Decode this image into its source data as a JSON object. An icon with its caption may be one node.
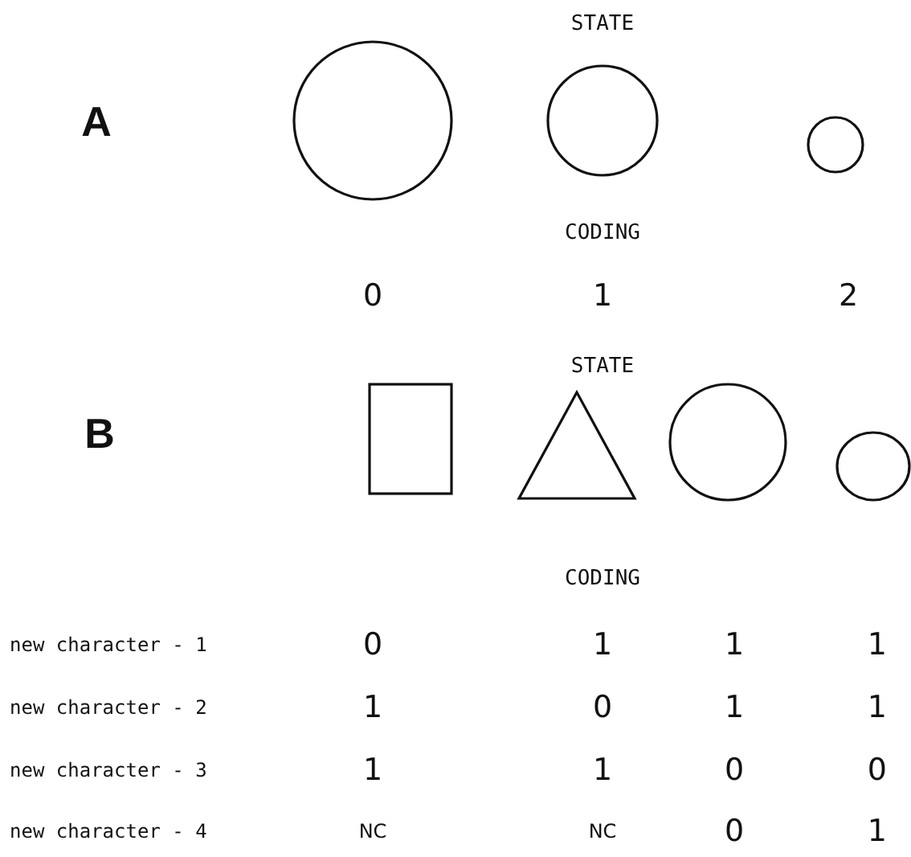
{
  "diagram": {
    "nodes": [
      {
        "text": [],
        "shape": "circle"
      },
      {
        "text": [],
        "shape": "circle"
      },
      {
        "text": [],
        "shape": "circle"
      },
      {
        "text": [],
        "shape": "box"
      },
      {
        "text": [],
        "shape": "triangle"
      },
      {
        "text": [],
        "shape": "circle"
      },
      {
        "text": [],
        "shape": "circle"
      }
    ],
    "labels": [
      "STATE",
      "A",
      "CODING",
      "0",
      "1",
      "2",
      "STATE",
      "B",
      "CODING",
      "new character - 1",
      "0",
      "1",
      "1",
      "1",
      "new character - 2",
      "1",
      "0",
      "1",
      "1",
      "new character - 3",
      "1",
      "1",
      "0",
      "0",
      "new character - 4",
      "NC",
      "NC",
      "0",
      "1"
    ]
  }
}
